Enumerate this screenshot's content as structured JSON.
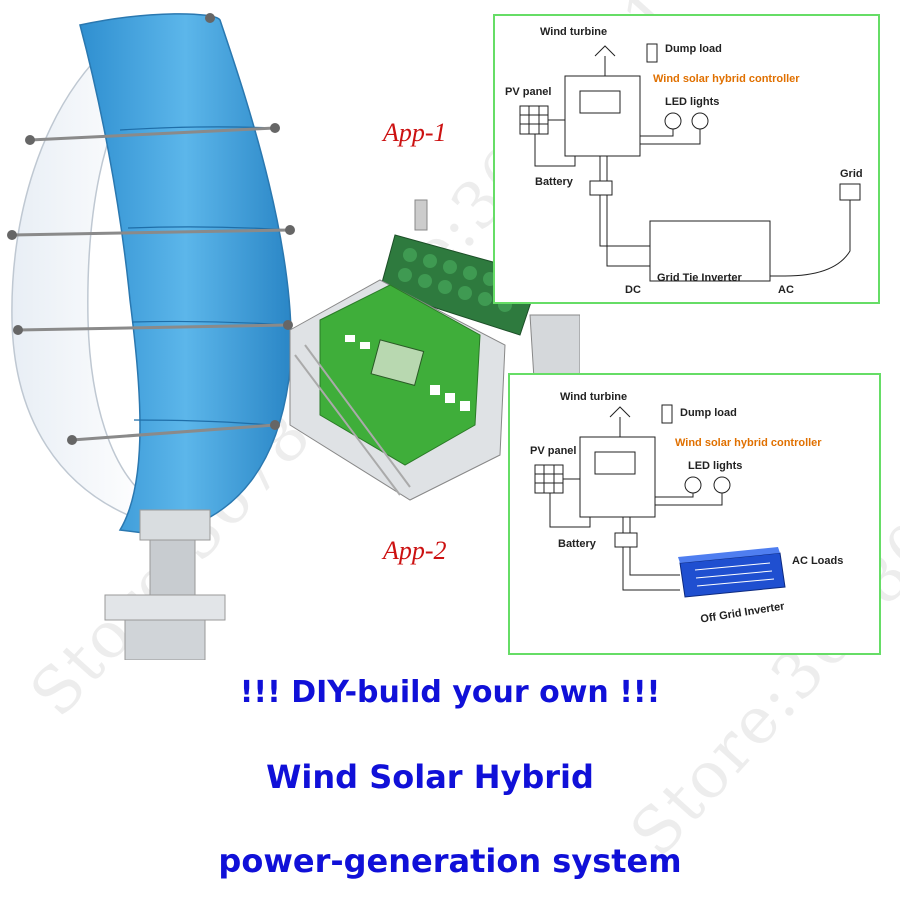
{
  "watermark": "Store:3678021",
  "app1": {
    "label": "App-1",
    "labels": {
      "wind_turbine": "Wind turbine",
      "dump_load": "Dump load",
      "controller": "Wind solar hybrid controller",
      "pv_panel": "PV panel",
      "led_lights": "LED lights",
      "battery": "Battery",
      "grid": "Grid",
      "grid_tie_inverter": "Grid  Tie  Inverter",
      "dc": "DC",
      "ac": "AC"
    }
  },
  "app2": {
    "label": "App-2",
    "labels": {
      "wind_turbine": "Wind turbine",
      "dump_load": "Dump load",
      "controller": "Wind solar hybrid controller",
      "pv_panel": "PV panel",
      "led_lights": "LED lights",
      "battery": "Battery",
      "ac_loads": "AC Loads",
      "off_grid_inverter": "Off Grid Inverter"
    }
  },
  "headline": {
    "line1": "!!! DIY-build your own !!!",
    "line2": "Wind Solar Hybrid",
    "line3": "power-generation system"
  },
  "colors": {
    "headline": "#1010d8",
    "app_label": "#cc1111",
    "panel_border": "#66dd66",
    "turbine_blue": "#3a9fd8",
    "controller_green": "#3fae3a",
    "resistor_green": "#2e7a3e"
  }
}
